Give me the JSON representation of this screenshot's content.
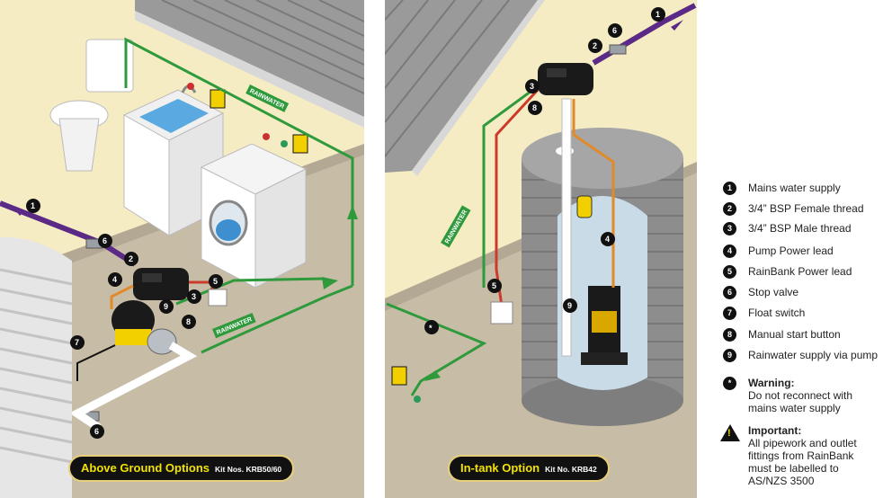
{
  "left_panel": {
    "caption_title": "Above Ground Options",
    "caption_kit": "Kit Nos. KRB50/60",
    "badges": [
      "RAINWATER",
      "RAINWATER"
    ]
  },
  "right_panel": {
    "caption_title": "In-tank Option",
    "caption_kit": "Kit No. KRB42",
    "badges": [
      "RAINWATER"
    ]
  },
  "legend": [
    {
      "num": "1",
      "label": "Mains water supply"
    },
    {
      "num": "2",
      "label": "3/4” BSP Female thread"
    },
    {
      "num": "3",
      "label": "3/4” BSP Male thread"
    },
    {
      "num": "4",
      "label": "Pump Power lead"
    },
    {
      "num": "5",
      "label": "RainBank Power lead"
    },
    {
      "num": "6",
      "label": "Stop valve"
    },
    {
      "num": "7",
      "label": "Float switch"
    },
    {
      "num": "8",
      "label": "Manual start button"
    },
    {
      "num": "9",
      "label": "Rainwater supply via pump"
    }
  ],
  "warning": {
    "symbol": "*",
    "title": "Warning:",
    "lines": [
      "Do not reconnect with",
      "mains water supply"
    ]
  },
  "important": {
    "symbol": "!",
    "title": "Important:",
    "lines": [
      "All pipework and outlet",
      "fittings from RainBank",
      "must be labelled to",
      "AS/NZS 3500"
    ]
  },
  "colors": {
    "wall": "#f6ecc4",
    "floor": "#c7bca6",
    "pipe_rainwater": "#2f9a3c",
    "pipe_mains": "#5a2a86",
    "lead_red": "#cc3b2a",
    "lead_orange": "#e08a2a",
    "tank": "#8d8d8d"
  }
}
